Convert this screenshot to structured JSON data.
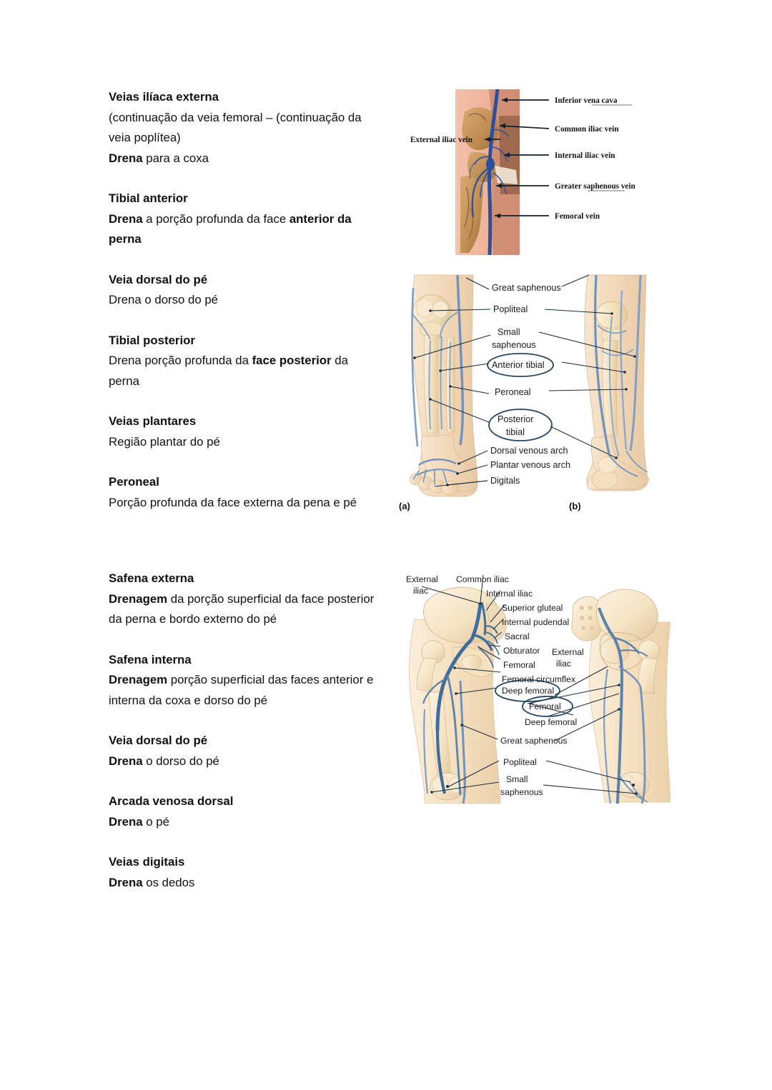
{
  "document": {
    "title": "Veias dos membros inferiores - anotações",
    "background_color": "#ffffff",
    "text_color": "#111111"
  },
  "notes_block_one": {
    "entries": [
      {
        "term": "Veias ilíaca externa",
        "term_inline": true,
        "description_html": "(continuação da veia femoral – (continuação da veia poplítea)<br><b>Drena</b> para a coxa"
      },
      {
        "term": "Tibial anterior",
        "term_inline": false,
        "description_html": "<b>Drena</b> a porção profunda da face <b>anterior da perna</b>"
      },
      {
        "term": "Veia dorsal do pé",
        "term_inline": false,
        "description_html": "Drena o dorso do pé"
      },
      {
        "term": "Tibial posterior",
        "term_inline": false,
        "description_html": "Drena porção profunda da <b>face posterior</b> da perna"
      },
      {
        "term": "Veias plantares",
        "term_inline": false,
        "description_html": "Região plantar do pé"
      },
      {
        "term": "Peroneal",
        "term_inline": false,
        "description_html": "Porção profunda da face externa da pena e pé"
      }
    ]
  },
  "notes_block_two": {
    "entries": [
      {
        "term": "Safena externa",
        "term_inline": false,
        "description_html": "<b>Drenagem</b> da porção superficial da face posterior da perna e bordo externo do pé"
      },
      {
        "term": "Safena interna",
        "term_inline": false,
        "description_html": "<b>Drenagem</b> porção superficial das faces anterior e interna da coxa e dorso do pé"
      },
      {
        "term": "Veia dorsal do pé",
        "term_inline": false,
        "description_html": "<b>Drena</b> o dorso do pé"
      },
      {
        "term": "Arcada venosa dorsal",
        "term_inline": false,
        "description_html": "<b>Drena</b> o pé"
      },
      {
        "term": "Veias digitais",
        "term_inline": false,
        "description_html": "<b>Drena</b> os dedos"
      }
    ]
  },
  "figure_1": {
    "name": "pelvic-and-femoral-veins-illustration",
    "style": "serif-labelled anatomical photo-illustration of pelvis and upper thigh veins",
    "labels": [
      {
        "text": "Inferior vena cava",
        "side": "right",
        "underlined_part": "vena cava"
      },
      {
        "text": "Common iliac vein",
        "side": "right"
      },
      {
        "text": "Internal iliac vein",
        "side": "right"
      },
      {
        "text": "Greater saphenous vein",
        "side": "right",
        "underlined_part": "saphenous"
      },
      {
        "text": "Femoral vein",
        "side": "right"
      },
      {
        "text": "External iliac vein",
        "side": "left"
      }
    ],
    "vein_color": "#2b4f9e",
    "bone_color": "#c79a63",
    "skin_color": "#f0b89d"
  },
  "figure_2": {
    "name": "lower-leg-veins-anterior-posterior-illustration",
    "panels": [
      {
        "key": "(a)",
        "view": "anterior"
      },
      {
        "key": "(b)",
        "view": "posterior"
      }
    ],
    "labels": [
      {
        "text": "Great saphenous",
        "highlighted": false
      },
      {
        "text": "Popliteal",
        "highlighted": false
      },
      {
        "text": "Small saphenous",
        "highlighted": false,
        "line2": "saphenous",
        "line1": "Small"
      },
      {
        "text": "Anterior tibial",
        "highlighted": true
      },
      {
        "text": "Peroneal",
        "highlighted": false
      },
      {
        "text": "Posterior tibial",
        "highlighted": true,
        "line1": "Posterior",
        "line2": "tibial"
      },
      {
        "text": "Dorsal venous arch",
        "highlighted": false
      },
      {
        "text": "Plantar venous arch",
        "highlighted": false
      },
      {
        "text": "Digitals",
        "highlighted": false
      }
    ],
    "vein_color": "#7b9ec4",
    "bone_color": "#f3dcc0",
    "highlight_color": "#24455f"
  },
  "figure_3": {
    "name": "pelvis-and-thigh-veins-anterior-posterior-illustration",
    "labels": [
      {
        "text": "External iliac",
        "line1": "External",
        "line2": "iliac",
        "highlighted": false
      },
      {
        "text": "Common iliac",
        "highlighted": false
      },
      {
        "text": "Internal iliac",
        "highlighted": false
      },
      {
        "text": "Superior gluteal",
        "highlighted": false
      },
      {
        "text": "Internal pudendal",
        "highlighted": false
      },
      {
        "text": "Sacral",
        "highlighted": false
      },
      {
        "text": "Obturator",
        "highlighted": false
      },
      {
        "text": "Femoral",
        "highlighted": false
      },
      {
        "text": "Femoral circumflex",
        "highlighted": false
      },
      {
        "text": "Deep femoral",
        "highlighted": true
      },
      {
        "text": "Femoral",
        "highlighted": true
      },
      {
        "text": "Deep femoral",
        "highlighted": false
      },
      {
        "text": "External iliac",
        "line1": "External",
        "line2": "iliac",
        "highlighted": false
      },
      {
        "text": "Great saphenous",
        "highlighted": false
      },
      {
        "text": "Popliteal",
        "highlighted": false
      },
      {
        "text": "Small saphenous",
        "line1": "Small",
        "line2": "saphenous",
        "highlighted": false
      }
    ],
    "vein_color": "#6f93bd",
    "bone_color": "#f5e2c6",
    "highlight_color": "#24455f"
  }
}
